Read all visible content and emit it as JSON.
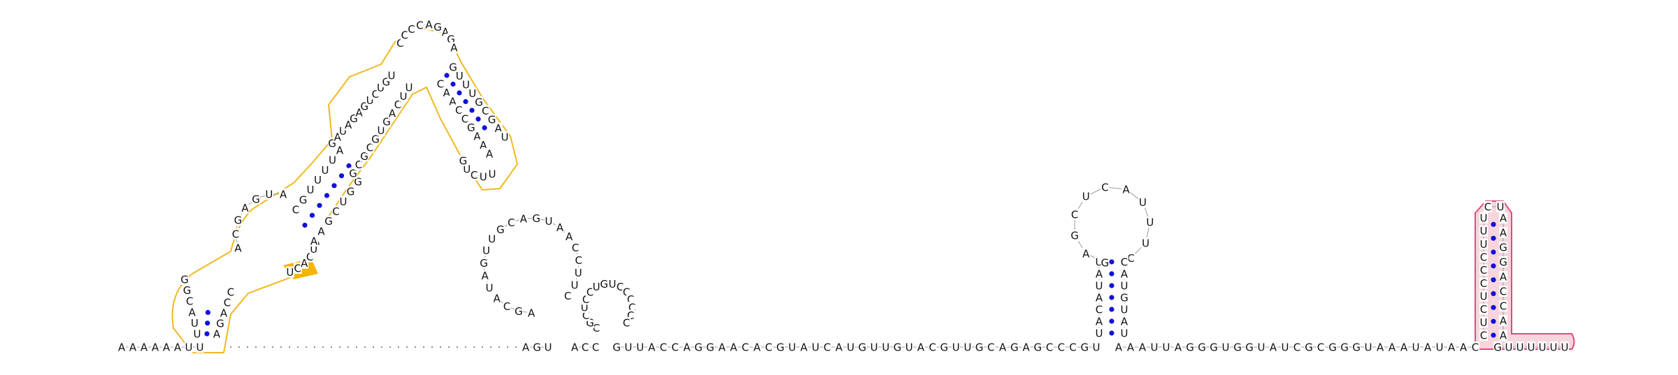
{
  "strands": [
    {
      "name": "baseline-5prime",
      "seq": "AAAAAAUU"
    },
    {
      "name": "baseline-mid",
      "seq": "AGU"
    },
    {
      "name": "baseline-mid2",
      "seq": "ACC"
    },
    {
      "name": "baseline-long",
      "seq": "GUUACCAGGAACACGUAUCAUGUUGUACGUUGCAGAGCCCGU"
    },
    {
      "name": "baseline-after-hairpin3",
      "seq": "AAAUUAGGGUGGUAUCGCGGGUAAAUAUAAC"
    },
    {
      "name": "baseline-3prime",
      "seq": "GUUUUUU"
    },
    {
      "name": "stem1-left",
      "seq": "UUACGG"
    },
    {
      "name": "stem1-right",
      "seq": "AGACC"
    },
    {
      "name": "big-loop-left",
      "seq": "ACGAGUA"
    },
    {
      "name": "big-loop-right",
      "seq": "UCACUA"
    },
    {
      "name": "stem2-left",
      "seq": "CGUUUUA"
    },
    {
      "name": "stem2-right",
      "seq": "AAGCUGG"
    },
    {
      "name": "upper-loop-left",
      "seq": "GAUAGAGUCUGU"
    },
    {
      "name": "upper-loop-right",
      "seq": "GCGCGUGACUU"
    },
    {
      "name": "apex",
      "seq": "CCCCAGAGA"
    },
    {
      "name": "right-arm-outer",
      "seq": "GUUUGCGAU"
    },
    {
      "name": "right-arm-inner",
      "seq": "CAACCGAAA"
    },
    {
      "name": "right-arm-loop",
      "seq": "UUCUG"
    },
    {
      "name": "hairpin1",
      "seq": "AGCAUAGUUGCAGUAACCUUC"
    },
    {
      "name": "hairpin2",
      "seq": "CGCUCCUGUCCCCCC"
    },
    {
      "name": "hairpin3",
      "seq": "UACAUAUGAGCUCAUUUCCAUGUAU"
    },
    {
      "name": "pink-left",
      "seq": "CUCUCCCUUU"
    },
    {
      "name": "pink-loop",
      "seq": "CU"
    },
    {
      "name": "pink-right",
      "seq": "AAGGACCAA"
    }
  ],
  "colors": {
    "pair_dot": "#1010e0",
    "orange_outline": "#f2b81f",
    "orange_fill": "#f5b400",
    "pink_outline": "#e04c7c",
    "pink_fill": "#f6d6dc",
    "backbone": "#9a9a9a"
  }
}
